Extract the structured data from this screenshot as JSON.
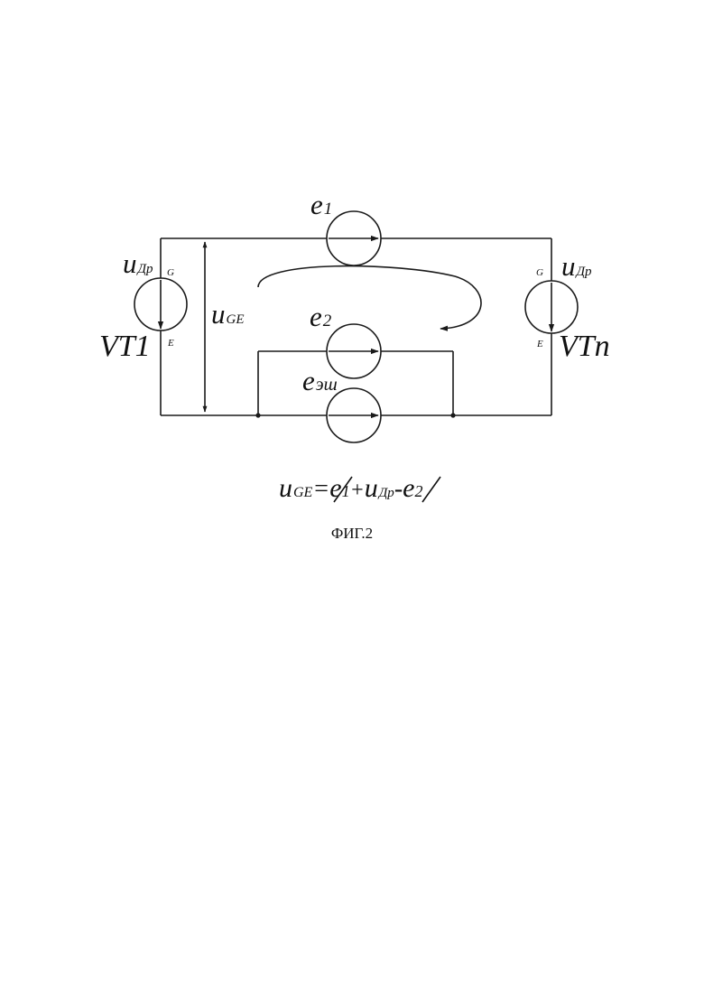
{
  "labels": {
    "e1": {
      "main": "e",
      "sub": "1"
    },
    "e2": {
      "main": "e",
      "sub": "2"
    },
    "e_esh": {
      "main": "e",
      "sub": "эш"
    },
    "u_dr_left": {
      "main": "u",
      "sub": "Др"
    },
    "u_dr_right": {
      "main": "u",
      "sub": "Др"
    },
    "u_ge": {
      "main": "u",
      "sub": "GE"
    },
    "vt1": "VT1",
    "vtn": "VTn",
    "g_left": "G",
    "e_left": "E",
    "g_right": "G",
    "e_right": "E"
  },
  "formula": {
    "u_main": "u",
    "u_sub": "GE",
    "eq": "=",
    "e1_main": "e",
    "e1_sub": "1",
    "plus": "+",
    "udr_main": "u",
    "udr_sub": "Др",
    "minus": "-",
    "e2_main": "e",
    "e2_sub": "2"
  },
  "caption": "ФИГ.2"
}
